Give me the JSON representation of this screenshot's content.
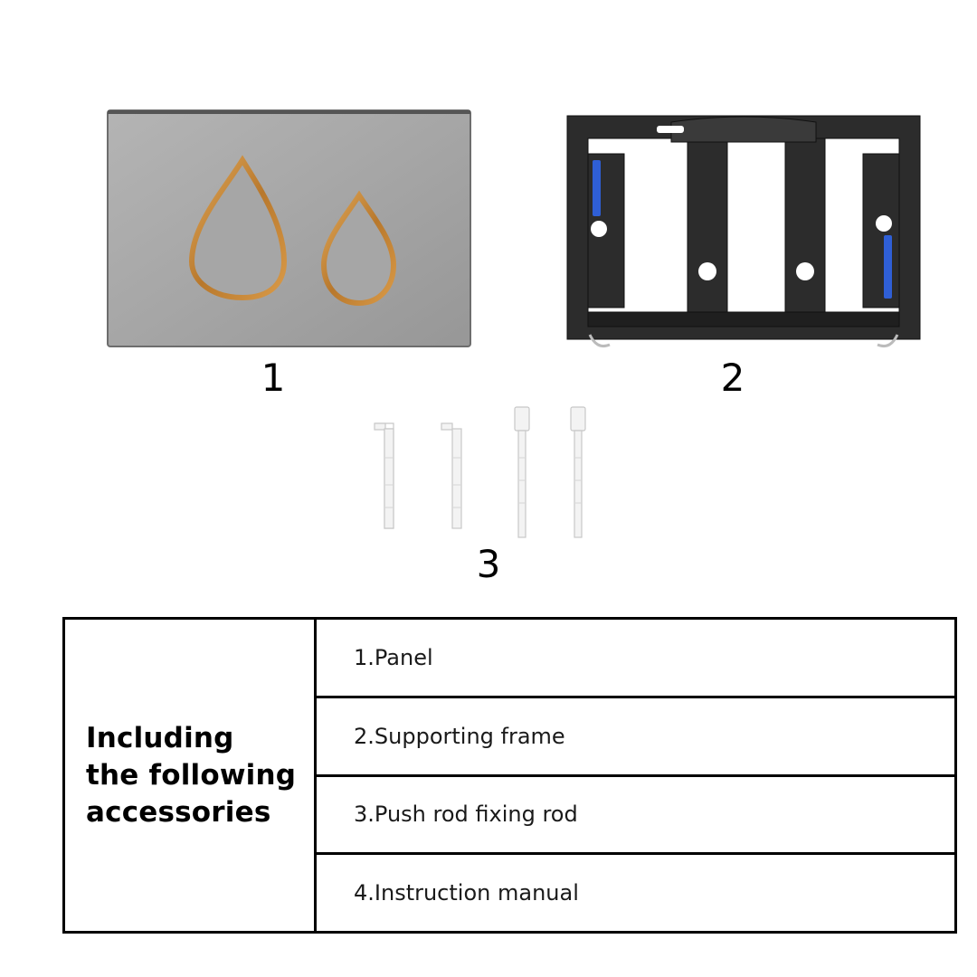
{
  "products": [
    {
      "number": "1",
      "icon": "flush-panel-icon"
    },
    {
      "number": "2",
      "icon": "supporting-frame-icon"
    },
    {
      "number": "3",
      "icon": "push-rods-icon"
    }
  ],
  "table": {
    "heading": "Including\nthe following\naccessories",
    "items": [
      "1.Panel",
      "2.Supporting frame",
      "3.Push rod fixing rod",
      "4.Instruction manual"
    ]
  },
  "colors": {
    "panel_steel": "#a9a9a9",
    "button_gold": "#c98b3c",
    "frame_black": "#2a2a2a",
    "clip_blue": "#2f5fd6",
    "rod_white": "#f2f2f2"
  }
}
